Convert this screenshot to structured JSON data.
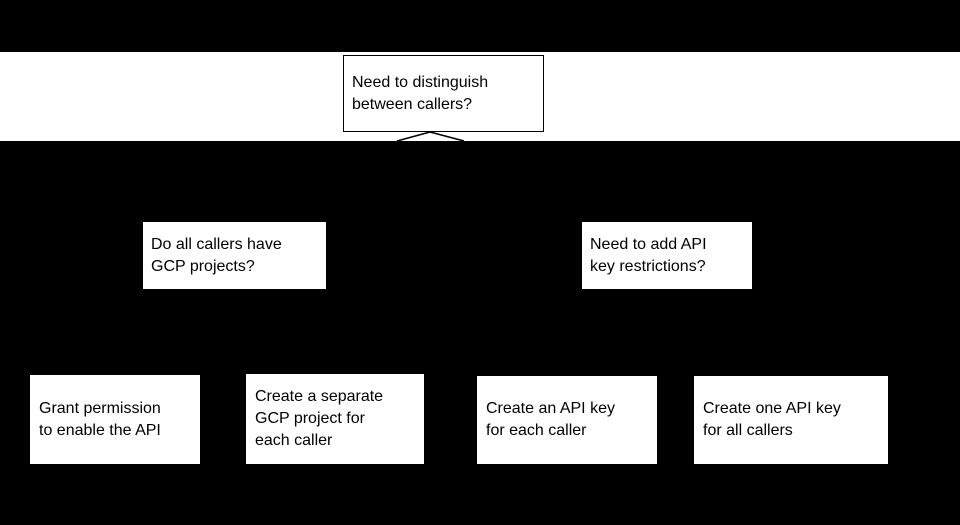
{
  "diagram": {
    "type": "flowchart-decision-tree",
    "colors": {
      "background": "#000000",
      "band": "#ffffff",
      "node_fill": "#ffffff",
      "node_border": "#000000",
      "text": "#000000"
    },
    "nodes": {
      "root_question": {
        "label": "Need to distinguish\nbetween callers?"
      },
      "left_question": {
        "label": "Do all callers have\nGCP projects?"
      },
      "right_question": {
        "label": "Need to add API\nkey restrictions?"
      },
      "outcome_grant_permission": {
        "label": "Grant permission\nto enable the API"
      },
      "outcome_separate_project": {
        "label": "Create a separate\nGCP project for\neach caller"
      },
      "outcome_key_per_caller": {
        "label": "Create an API key\nfor each caller"
      },
      "outcome_key_all_callers": {
        "label": "Create one API key\nfor all callers"
      }
    }
  }
}
